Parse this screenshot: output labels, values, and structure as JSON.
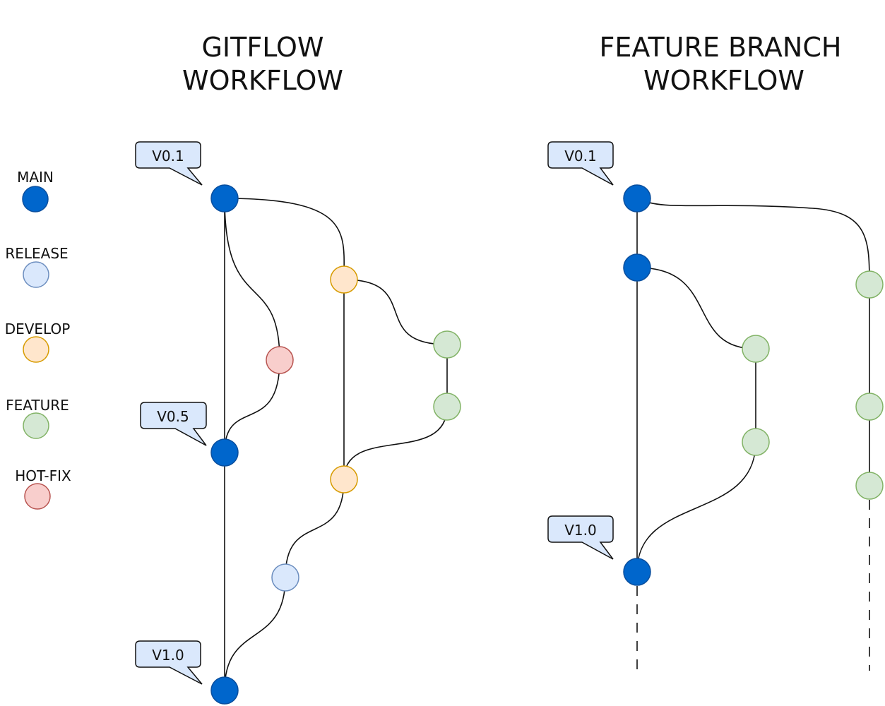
{
  "titles": {
    "gitflow_line1": "GITFLOW",
    "gitflow_line2": "WORKFLOW",
    "feature_line1": "FEATURE BRANCH",
    "feature_line2": "WORKFLOW"
  },
  "legend": [
    {
      "label": "MAIN",
      "fill": "#0066CC",
      "stroke": "#0A4F9E"
    },
    {
      "label": "RELEASE",
      "fill": "#DAE8FC",
      "stroke": "#6C8EBF"
    },
    {
      "label": "DEVELOP",
      "fill": "#FFE6CC",
      "stroke": "#D79B00"
    },
    {
      "label": "FEATURE",
      "fill": "#D5E8D4",
      "stroke": "#82B366"
    },
    {
      "label": "HOT-FIX",
      "fill": "#F8CECC",
      "stroke": "#B85450"
    }
  ],
  "gitflow_tags": {
    "t1": "V0.1",
    "t2": "V0.5",
    "t3": "V1.0"
  },
  "feature_tags": {
    "t1": "V0.1",
    "t2": "V1.0"
  },
  "colors": {
    "main": "#0066CC",
    "tag_fill": "#DAE8FC",
    "line": "#111111"
  }
}
